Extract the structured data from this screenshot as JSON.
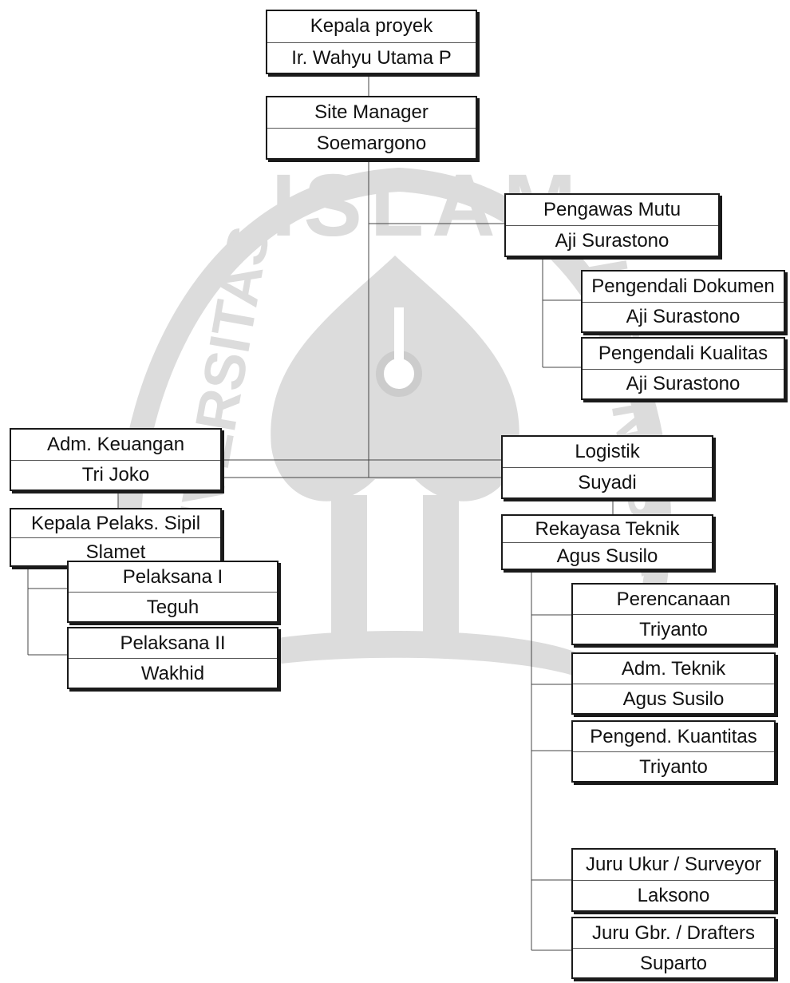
{
  "nodes": {
    "kepala_proyek": {
      "title": "Kepala proyek",
      "name": "Ir. Wahyu Utama P"
    },
    "site_manager": {
      "title": "Site Manager",
      "name": "Soemargono"
    },
    "pengawas_mutu": {
      "title": "Pengawas Mutu",
      "name": "Aji Surastono"
    },
    "pengendali_dokumen": {
      "title": "Pengendali Dokumen",
      "name": "Aji Surastono"
    },
    "pengendali_kualitas": {
      "title": "Pengendali Kualitas",
      "name": "Aji Surastono"
    },
    "adm_keuangan": {
      "title": "Adm. Keuangan",
      "name": "Tri Joko"
    },
    "logistik": {
      "title": "Logistik",
      "name": "Suyadi"
    },
    "kepala_pelaks_sipil": {
      "title": "Kepala Pelaks. Sipil",
      "name": "Slamet"
    },
    "rekayasa_teknik": {
      "title": "Rekayasa Teknik",
      "name": "Agus Susilo"
    },
    "pelaksana_1": {
      "title": "Pelaksana I",
      "name": "Teguh"
    },
    "pelaksana_2": {
      "title": "Pelaksana II",
      "name": "Wakhid"
    },
    "perencanaan": {
      "title": "Perencanaan",
      "name": "Triyanto"
    },
    "adm_teknik": {
      "title": "Adm. Teknik",
      "name": "Agus Susilo"
    },
    "pengend_kuantitas": {
      "title": "Pengend. Kuantitas",
      "name": "Triyanto"
    },
    "juru_ukur": {
      "title": "Juru Ukur / Surveyor",
      "name": "Laksono"
    },
    "juru_gambar": {
      "title": "Juru Gbr. / Drafters",
      "name": "Suparto"
    }
  },
  "watermark": {
    "text_top": "ISLAM",
    "text_left": "UNIVERSITAS",
    "text_right": "INDONESIA",
    "color": "#d9d9d9"
  },
  "colors": {
    "line": "#333333",
    "box_border": "#1a1a1a"
  }
}
